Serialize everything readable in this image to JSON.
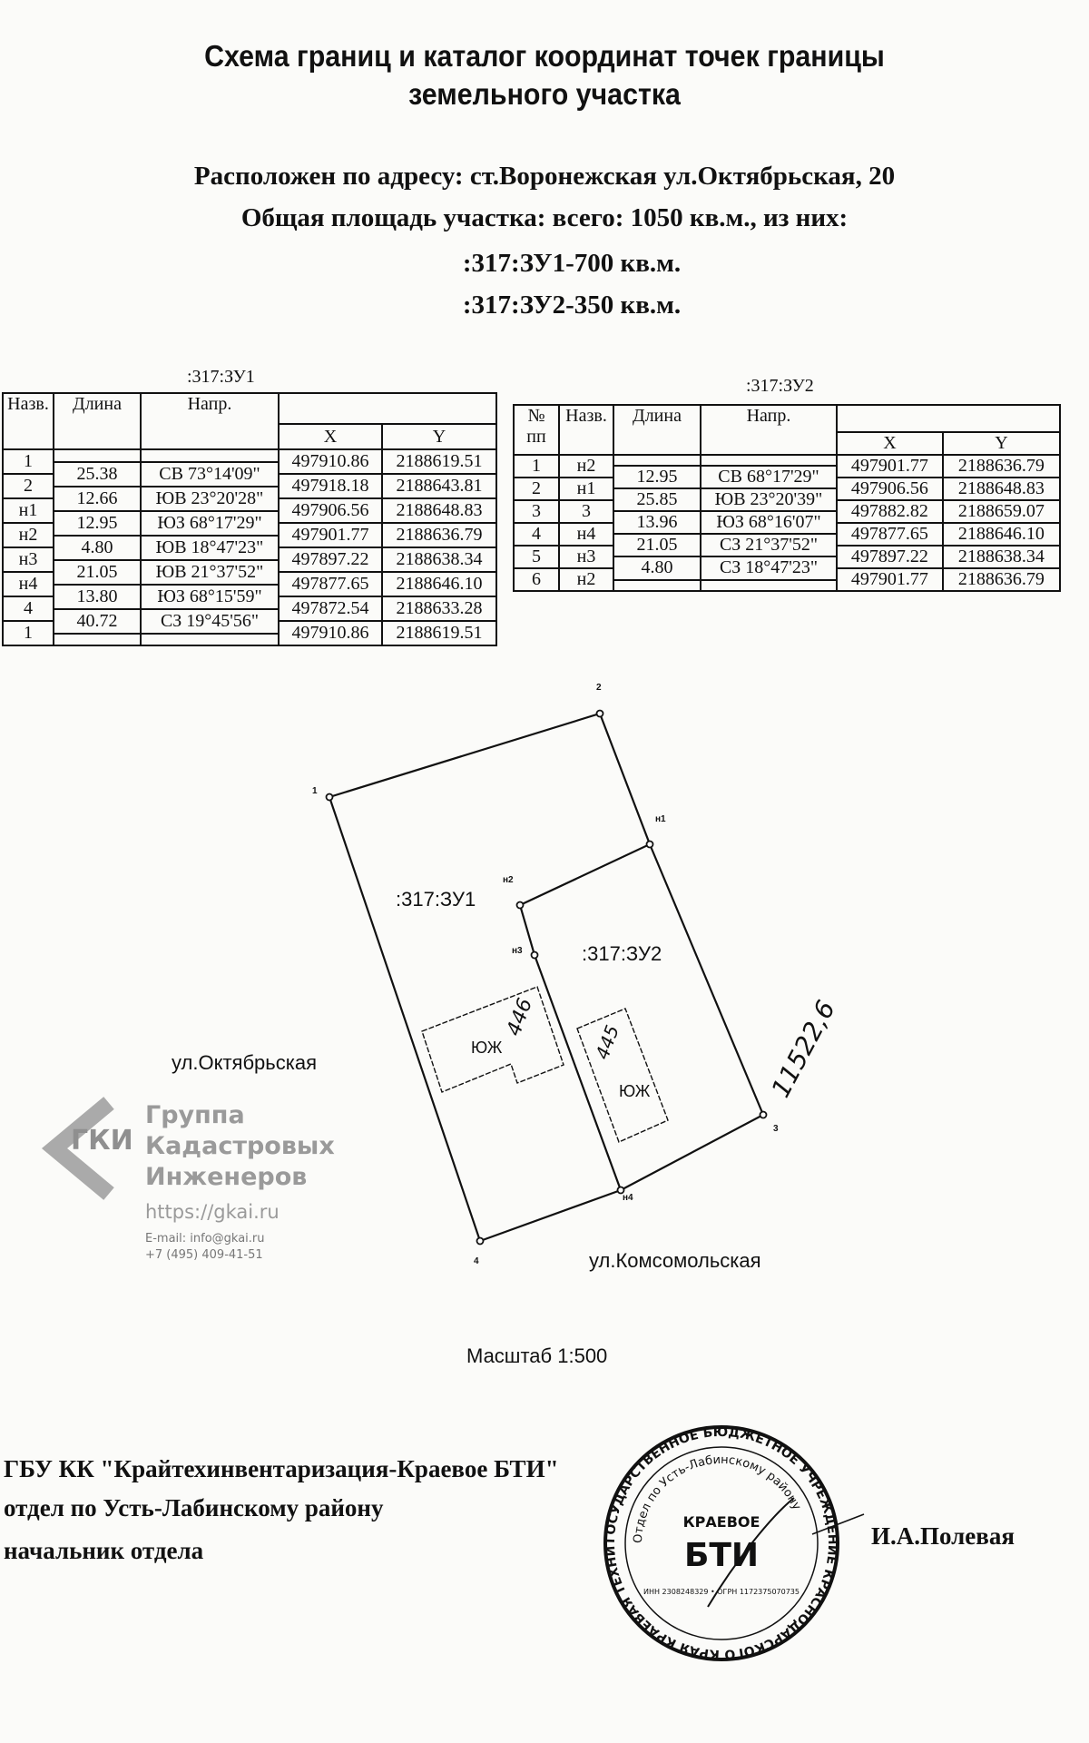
{
  "header": {
    "title_line1": "Схема границ и каталог координат точек границы",
    "title_line2": "земельного участка",
    "address": "Расположен по адресу: ст.Воронежская ул.Октябрьская, 20",
    "total_area": "Общая площадь участка: всего: 1050 кв.м., из них:",
    "parcel1_area": ":317:ЗУ1-700 кв.м.",
    "parcel2_area": ":317:ЗУ2-350 кв.м."
  },
  "table1": {
    "label": ":317:ЗУ1",
    "headers": {
      "name": "Назв.",
      "length": "Длина",
      "dir": "Напр.",
      "x": "X",
      "y": "Y"
    },
    "points": [
      {
        "name": "1",
        "x": "497910.86",
        "y": "2188619.51"
      },
      {
        "name": "2",
        "x": "497918.18",
        "y": "2188643.81"
      },
      {
        "name": "н1",
        "x": "497906.56",
        "y": "2188648.83"
      },
      {
        "name": "н2",
        "x": "497901.77",
        "y": "2188636.79"
      },
      {
        "name": "н3",
        "x": "497897.22",
        "y": "2188638.34"
      },
      {
        "name": "н4",
        "x": "497877.65",
        "y": "2188646.10"
      },
      {
        "name": "4",
        "x": "497872.54",
        "y": "2188633.28"
      },
      {
        "name": "1",
        "x": "497910.86",
        "y": "2188619.51"
      }
    ],
    "segments": [
      {
        "length": "25.38",
        "dir": "СВ 73°14'09\""
      },
      {
        "length": "12.66",
        "dir": "ЮВ 23°20'28\""
      },
      {
        "length": "12.95",
        "dir": "ЮЗ 68°17'29\""
      },
      {
        "length": "4.80",
        "dir": "ЮВ 18°47'23\""
      },
      {
        "length": "21.05",
        "dir": "ЮВ 21°37'52\""
      },
      {
        "length": "13.80",
        "dir": "ЮЗ 68°15'59\""
      },
      {
        "length": "40.72",
        "dir": "СЗ 19°45'56\""
      }
    ]
  },
  "table2": {
    "label": ":317:ЗУ2",
    "headers": {
      "num": "№ пп",
      "name": "Назв.",
      "length": "Длина",
      "dir": "Напр.",
      "x": "X",
      "y": "Y"
    },
    "points": [
      {
        "num": "1",
        "name": "н2",
        "x": "497901.77",
        "y": "2188636.79"
      },
      {
        "num": "2",
        "name": "н1",
        "x": "497906.56",
        "y": "2188648.83"
      },
      {
        "num": "3",
        "name": "3",
        "x": "497882.82",
        "y": "2188659.07"
      },
      {
        "num": "4",
        "name": "н4",
        "x": "497877.65",
        "y": "2188646.10"
      },
      {
        "num": "5",
        "name": "н3",
        "x": "497897.22",
        "y": "2188638.34"
      },
      {
        "num": "6",
        "name": "н2",
        "x": "497901.77",
        "y": "2188636.79"
      }
    ],
    "segments": [
      {
        "length": "12.95",
        "dir": "СВ 68°17'29\""
      },
      {
        "length": "25.85",
        "dir": "ЮВ 23°20'39\""
      },
      {
        "length": "13.96",
        "dir": "ЮЗ 68°16'07\""
      },
      {
        "length": "21.05",
        "dir": "СЗ 21°37'52\""
      },
      {
        "length": "4.80",
        "dir": "СЗ 18°47'23\""
      }
    ]
  },
  "diagram": {
    "points": {
      "p1": "1",
      "p2": "2",
      "n1": "н1",
      "n2": "н2",
      "n3": "н3",
      "n4": "н4",
      "p3": "3",
      "p4": "4"
    },
    "parcel1": ":317:ЗУ1",
    "parcel2": ":317:ЗУ2",
    "building1_label": "ЮЖ",
    "building1_note": "446",
    "building2_label": "ЮЖ",
    "building2_note": "445",
    "street_west": "ул.Октябрьская",
    "street_south": "ул.Комсомольская",
    "handwritten": "11522,6",
    "scale": "Масштаб 1:500"
  },
  "watermark": {
    "logo": "ГКИ",
    "line1": "Группа",
    "line2": "Кадастровых",
    "line3": "Инженеров",
    "url": "https://gkai.ru",
    "email": "E-mail: info@gkai.ru",
    "phone": "+7 (495) 409-41-51"
  },
  "footer": {
    "org": "ГБУ КК \"Крайтехинвентаризация-Краевое БТИ\"",
    "dept": "отдел по Усть-Лабинскому району",
    "position": "начальник отдела",
    "signer": "И.А.Полевая"
  },
  "stamp": {
    "outer_text": "ГОСУДАРСТВЕННОЕ БЮДЖЕТНОЕ УЧРЕЖДЕНИЕ КРАСНОДАРСКОГО КРАЯ КРАЕВАЯ ТЕХНИЧЕСКАЯ ИНВЕНТАРИЗАЦИЯ КРАЕВОЕ БТИ",
    "inner_text": "Отдел по Усть-Лабинскому району",
    "ids": "ИНН 2308248329 • ОГРН 1172375070735",
    "logo_top": "КРАЕВОЕ",
    "logo_main": "БТИ"
  }
}
